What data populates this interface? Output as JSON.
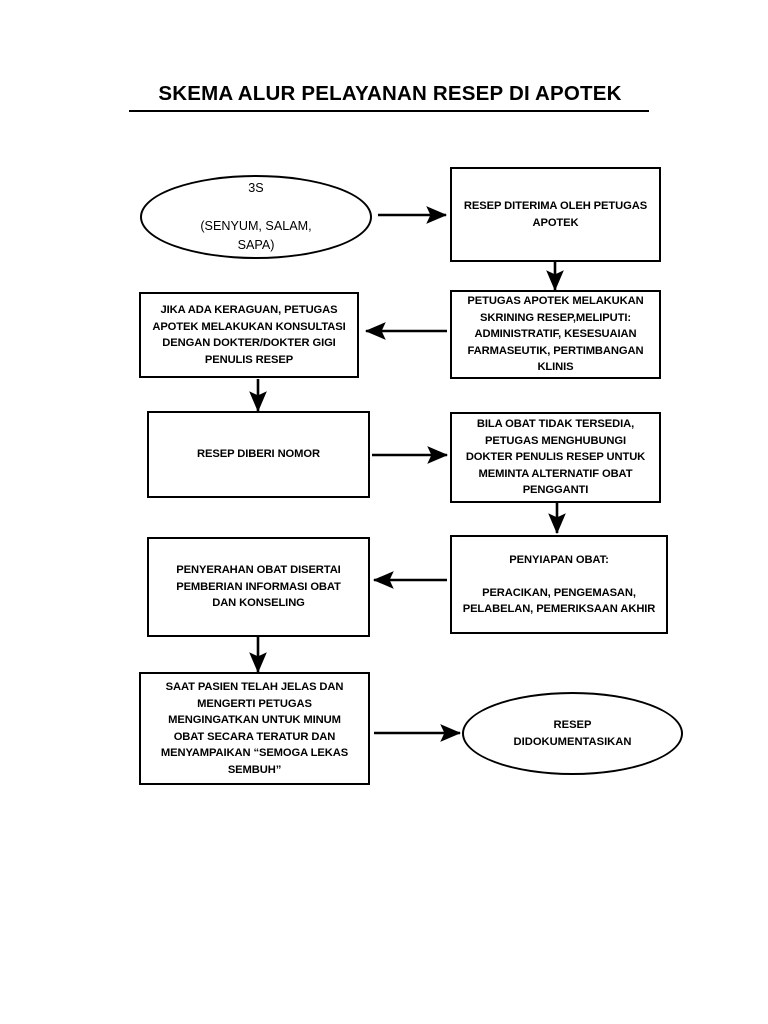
{
  "page": {
    "title": "SKEMA ALUR PELAYANAN RESEP DI APOTEK",
    "background_color": "#ffffff",
    "stroke_color": "#000000"
  },
  "diagram": {
    "type": "flowchart",
    "orientation": "two-column-serpentine",
    "nodes": [
      {
        "id": "n1",
        "shape": "ellipse",
        "style": "plain",
        "text": "3S\n\n(SENYUM, SALAM,\nSAPA)",
        "column": "left",
        "row": 1
      },
      {
        "id": "n2",
        "shape": "rect",
        "text": "RESEP DITERIMA OLEH PETUGAS\nAPOTEK",
        "column": "right",
        "row": 1
      },
      {
        "id": "n3",
        "shape": "rect",
        "text": "PETUGAS APOTEK MELAKUKAN\nSKRINING RESEP,MELIPUTI:\nADMINISTRATIF, KESESUAIAN\nFARMASEUTIK, PERTIMBANGAN\nKLINIS",
        "column": "right",
        "row": 2
      },
      {
        "id": "n4",
        "shape": "rect",
        "text": "JIKA ADA KERAGUAN, PETUGAS\nAPOTEK MELAKUKAN KONSULTASI\nDENGAN DOKTER/DOKTER GIGI\nPENULIS RESEP",
        "column": "left",
        "row": 2
      },
      {
        "id": "n5",
        "shape": "rect",
        "text": "RESEP DIBERI NOMOR",
        "column": "left",
        "row": 3
      },
      {
        "id": "n6",
        "shape": "rect",
        "text": "BILA OBAT TIDAK TERSEDIA,\nPETUGAS MENGHUBUNGI\nDOKTER PENULIS RESEP UNTUK\nMEMINTA ALTERNATIF OBAT\nPENGGANTI",
        "column": "right",
        "row": 3
      },
      {
        "id": "n7",
        "shape": "rect",
        "text": "PENYIAPAN OBAT:\n\nPERACIKAN, PENGEMASAN,\nPELABELAN, PEMERIKSAAN AKHIR",
        "column": "right",
        "row": 4
      },
      {
        "id": "n8",
        "shape": "rect",
        "text": "PENYERAHAN OBAT DISERTAI\nPEMBERIAN INFORMASI OBAT\nDAN KONSELING",
        "column": "left",
        "row": 4
      },
      {
        "id": "n9",
        "shape": "rect",
        "text": "SAAT PASIEN TELAH JELAS DAN\nMENGERTI PETUGAS\nMENGINGATKAN UNTUK MINUM\nOBAT SECARA TERATUR DAN\nMENYAMPAIKAN “SEMOGA LEKAS\nSEMBUH”",
        "column": "left",
        "row": 5
      },
      {
        "id": "n10",
        "shape": "ellipse",
        "style": "bold",
        "text": "RESEP\nDIDOKUMENTASIKAN",
        "column": "right",
        "row": 5
      }
    ],
    "edges": [
      {
        "from": "n1",
        "to": "n2",
        "direction": "right"
      },
      {
        "from": "n2",
        "to": "n3",
        "direction": "down"
      },
      {
        "from": "n3",
        "to": "n4",
        "direction": "left"
      },
      {
        "from": "n4",
        "to": "n5",
        "direction": "down"
      },
      {
        "from": "n5",
        "to": "n6",
        "direction": "right"
      },
      {
        "from": "n6",
        "to": "n7",
        "direction": "down"
      },
      {
        "from": "n7",
        "to": "n8",
        "direction": "left"
      },
      {
        "from": "n8",
        "to": "n9",
        "direction": "down"
      },
      {
        "from": "n9",
        "to": "n10",
        "direction": "right"
      }
    ]
  }
}
